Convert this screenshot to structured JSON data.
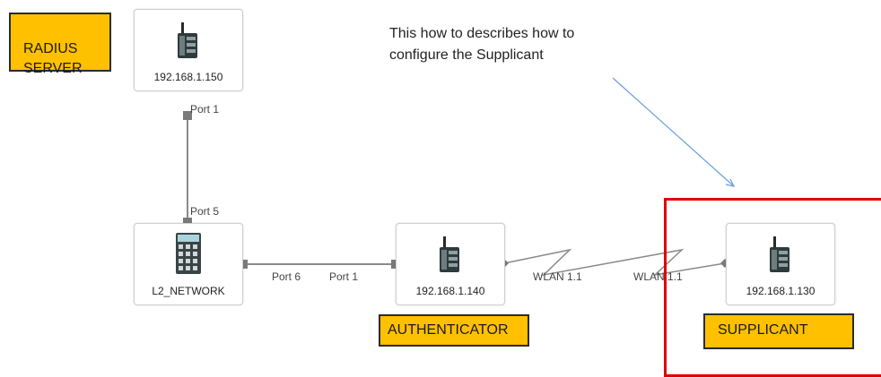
{
  "labels": {
    "radius_server": "RADIUS\nSERVER",
    "authenticator": "AUTHENTICATOR",
    "supplicant": "SUPPLICANT"
  },
  "note": "This how to describes how to\nconfigure the Supplicant",
  "nodes": {
    "radius": {
      "label": "192.168.1.150",
      "icon": "wireless-router-icon"
    },
    "switch": {
      "label": "L2_NETWORK",
      "icon": "switch-icon"
    },
    "authenticator": {
      "label": "192.168.1.140",
      "icon": "wireless-router-icon"
    },
    "supplicant": {
      "label": "192.168.1.130",
      "icon": "wireless-router-icon"
    }
  },
  "ports": {
    "radius_port": "Port 1",
    "switch_top_port": "Port 5",
    "switch_right_port": "Port 6",
    "auth_left_port": "Port 1",
    "auth_wlan": "WLAN 1.1",
    "supp_wlan": "WLAN 1.1"
  },
  "colors": {
    "label_fill": "#ffc000",
    "frame": "#e00000",
    "arrow": "#6a9fd8",
    "wire": "#8a8a8a"
  }
}
